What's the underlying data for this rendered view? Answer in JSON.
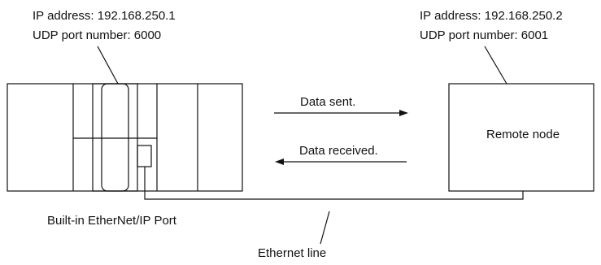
{
  "local_node": {
    "ip_label": "IP address: 192.168.250.1",
    "port_label": "UDP port number: 6000",
    "port_name": "Built-in EtherNet/IP Port"
  },
  "remote_node": {
    "ip_label": "IP address: 192.168.250.2",
    "port_label": "UDP port number: 6001",
    "name": "Remote node"
  },
  "flows": {
    "sent": "Data sent.",
    "received": "Data received."
  },
  "network": {
    "line_label": "Ethernet line"
  }
}
